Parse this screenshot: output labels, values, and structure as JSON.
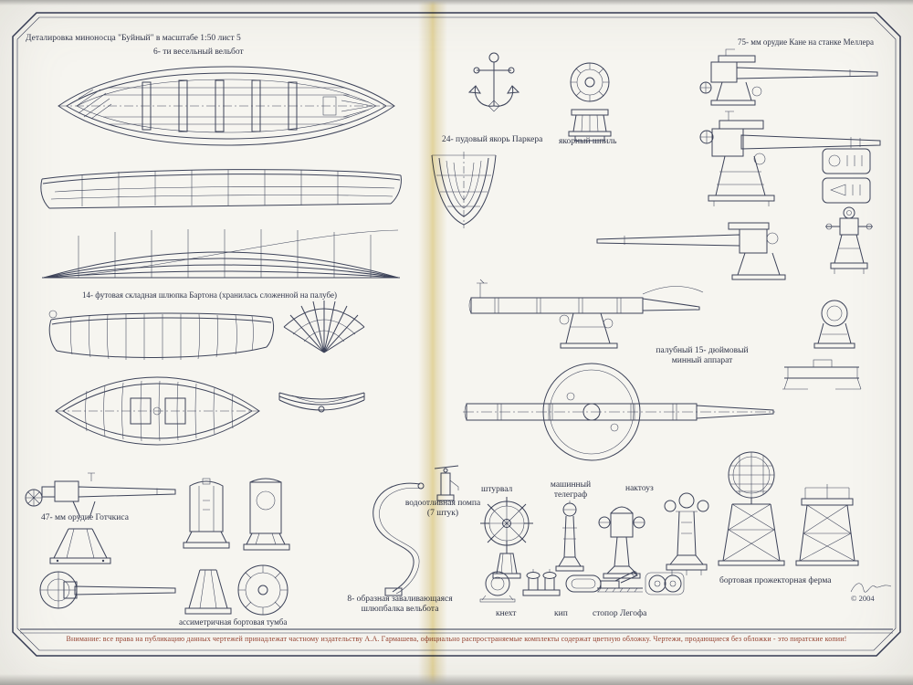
{
  "sheet": {
    "title": "Деталировка миноносца \"Буйный\" в масштабе 1:50 лист 5",
    "footer_notice": "Внимание: все права на публикацию данных чертежей принадлежат частному издательству А.А. Гармашева, официально распространяемые комплекты содержат цветную обложку. Чертежи, продающиеся без обложки - это пиратские копии!",
    "signature": "© 2004",
    "ink_color": "#3d4359",
    "paper_color": "#f6f5f0",
    "fold_color": "#e6d38e",
    "notice_color": "#93402f"
  },
  "labels": {
    "whaleboat": "6- ти весельный вельбот",
    "barton_boat": "14- футовая складная шлюпка Бартона (хранилась сложенной на палубе)",
    "anchor": "24- пудовый якорь Паркера",
    "capstan": "якорный шпиль",
    "gun_75mm": "75- мм орудие Кане на станке Меллера",
    "torpedo_tube": "палубный 15- дюймовый минный аппарат",
    "gun_47mm": "47- мм орудие Готчкиса",
    "side_pedestal": "ассиметричная бортовая тумба",
    "bilge_pump": "водоотливная помпа (7 штук)",
    "steering_wheel": "штурвал",
    "engine_telegraph": "машинный телеграф",
    "binnacle": "нактоуз",
    "davit": "8- образная заваливающаяся шлюпбалка вельбота",
    "bollard": "кнехт",
    "fairlead": "кип",
    "stopper": "стопор Легофа",
    "searchlight_truss": "бортовая прожекторная ферма"
  }
}
